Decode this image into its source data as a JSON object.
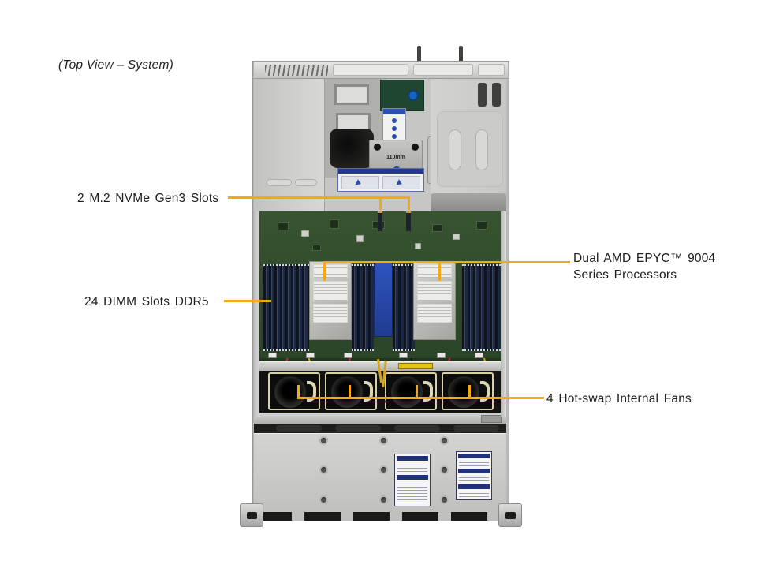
{
  "title": "(Top View – System)",
  "callouts": {
    "m2": {
      "label": "2 M.2 NVMe Gen3 Slots"
    },
    "cpu": {
      "line1": "Dual AMD EPYC™ 9004",
      "line2": "Series Processors"
    },
    "dimm": {
      "label": "24 DIMM Slots DDR5"
    },
    "fans": {
      "label": "4 Hot-swap Internal Fans"
    }
  },
  "photo": {
    "bracket_label": "110mm"
  },
  "colors": {
    "line": "#F3AA10",
    "ink": "#1c1c1c"
  }
}
